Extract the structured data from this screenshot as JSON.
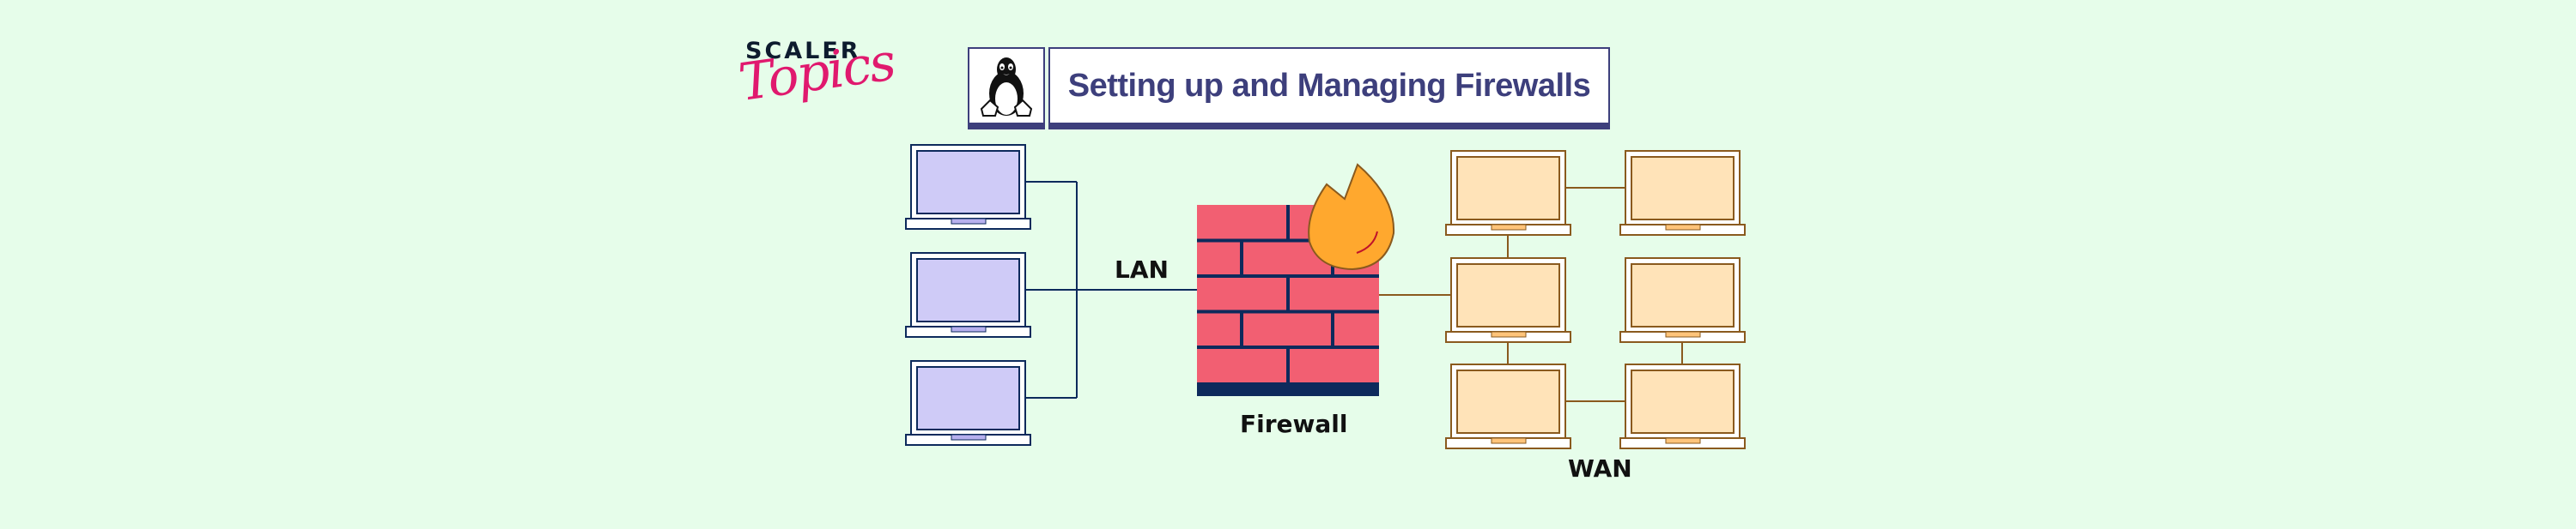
{
  "brand": {
    "line1": "SCALER",
    "line2": "Topics",
    "colors": {
      "scaler": "#0d1b2e",
      "topics": "#e0196e"
    }
  },
  "header": {
    "icon": "linux-penguin-icon",
    "title": "Setting up and Managing Firewalls",
    "accent": "#3d3f7c"
  },
  "diagram": {
    "lan": {
      "label": "LAN",
      "device_count": 3,
      "device_type": "laptop",
      "screen_color": "#cfcbf7",
      "outline_color": "#0d2a5c"
    },
    "firewall": {
      "label": "Firewall",
      "brick_color": "#f25f72",
      "mortar_color": "#0d2a5c",
      "flame_color": "#ffa82e"
    },
    "wan": {
      "label": "WAN",
      "device_count": 6,
      "device_type": "laptop",
      "screen_color": "#ffe3b8",
      "outline_color": "#8a5a1e",
      "links": [
        [
          "r1c1",
          "r1c2"
        ],
        [
          "r1c1",
          "r2c1"
        ],
        [
          "r2c1",
          "r3c1"
        ],
        [
          "r2c2",
          "r3c2"
        ],
        [
          "r3c1",
          "r3c2"
        ]
      ]
    }
  }
}
